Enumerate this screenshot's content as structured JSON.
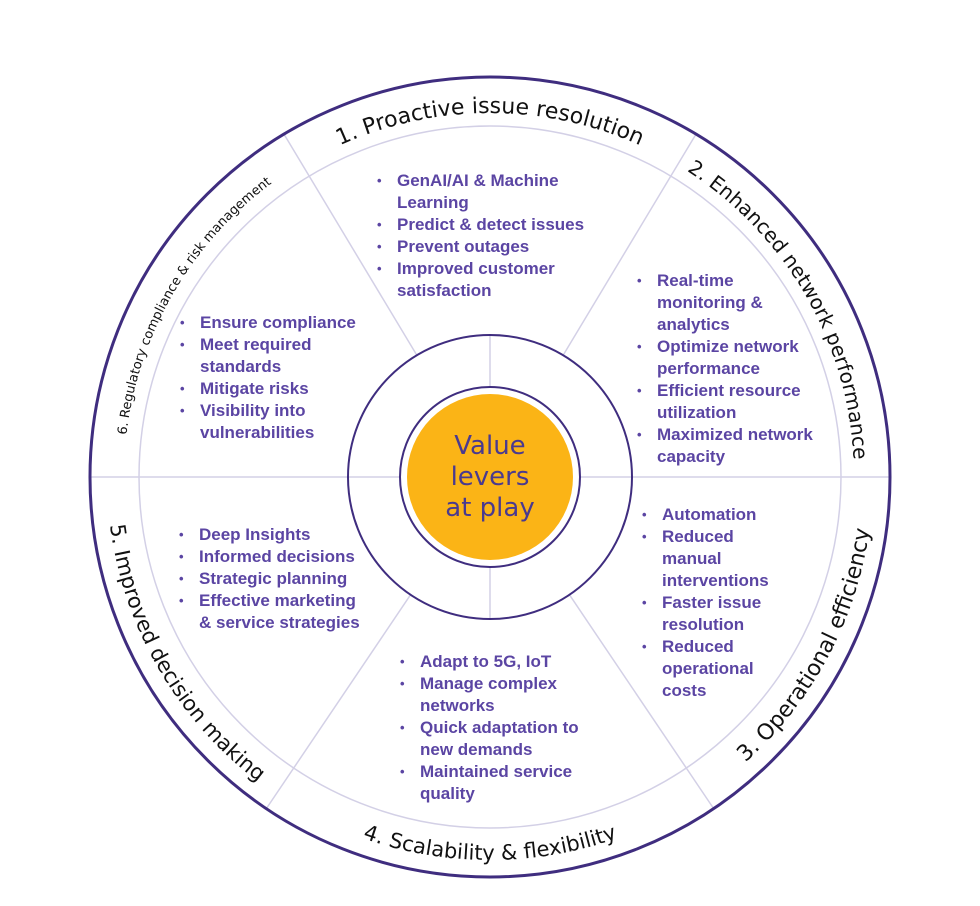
{
  "center": {
    "title": "Value\nlevers\nat play"
  },
  "colors": {
    "ring": "#3f2d7f",
    "divider": "#d3d0e6",
    "center_fill": "#fbb416",
    "bullet_text": "#5b45a3"
  },
  "segments": [
    {
      "label": "1. Proactive issue resolution",
      "items": [
        "GenAI/AI & Machine\nLearning",
        "Predict & detect issues",
        "Prevent outages",
        "Improved customer\nsatisfaction"
      ]
    },
    {
      "label": "2. Enhanced network performance",
      "items": [
        "Real-time\nmonitoring &\nanalytics",
        "Optimize network\nperformance",
        "Efficient resource\nutilization",
        "Maximized network\ncapacity"
      ]
    },
    {
      "label": "3. Operational efficiency",
      "items": [
        "Automation",
        "Reduced\nmanual\ninterventions",
        "Faster issue\nresolution",
        "Reduced\noperational\ncosts"
      ]
    },
    {
      "label": "4. Scalability & flexibility",
      "items": [
        "Adapt to 5G, IoT",
        "Manage complex\nnetworks",
        "Quick adaptation to\nnew demands",
        "Maintained service\nquality"
      ]
    },
    {
      "label": "5. Improved decision making",
      "items": [
        "Deep Insights",
        "Informed decisions",
        "Strategic planning",
        "Effective marketing\n& service strategies"
      ]
    },
    {
      "label": "6. Regulatory compliance & risk management",
      "items": [
        "Ensure compliance",
        "Meet required\nstandards",
        "Mitigate risks",
        "Visibility into\nvulnerabilities"
      ]
    }
  ]
}
